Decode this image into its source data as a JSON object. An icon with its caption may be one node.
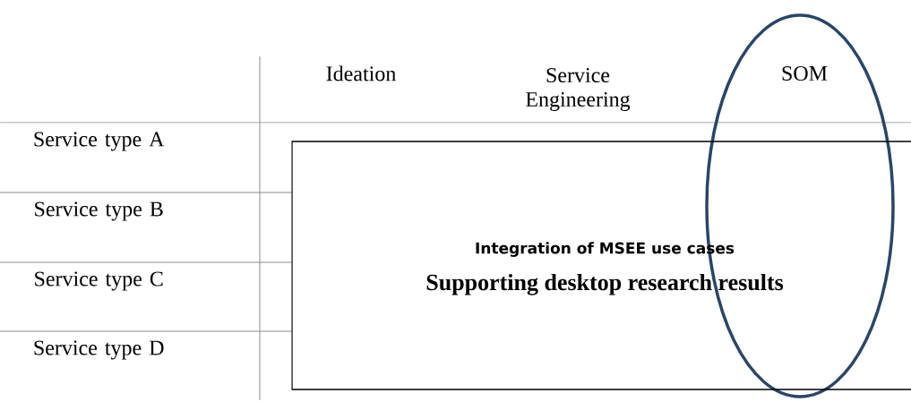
{
  "diagram": {
    "nodes": [
      {
        "text": [
          "Integration of MSEE use cases",
          "Supporting desktop research results"
        ]
      }
    ],
    "labels": [
      "Ideation",
      "Service Engineering",
      "SOM",
      "Service type A",
      "Service type B",
      "Service type C",
      "Service type D"
    ]
  }
}
